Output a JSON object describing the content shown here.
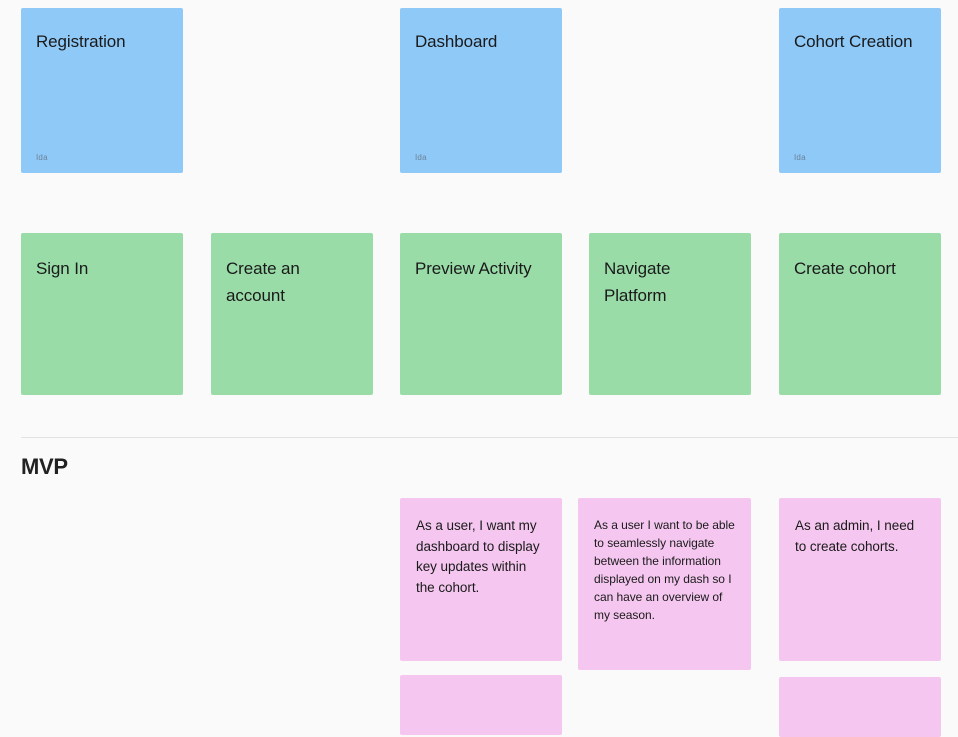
{
  "board": {
    "background_color": "#FAFAFA",
    "colors": {
      "epic": "#8FC9F8",
      "activity": "#99DCA8",
      "story": "#F5C7F0",
      "divider": "#E2E2E2",
      "text": "#1A1A1A",
      "author": "#6B8298"
    }
  },
  "epics": [
    {
      "title": "Registration",
      "author": "Ida",
      "column": 1
    },
    {
      "title": "Dashboard",
      "author": "Ida",
      "column": 3
    },
    {
      "title": "Cohort Creation",
      "author": "Ida",
      "column": 5
    }
  ],
  "activities": [
    {
      "title": "Sign In",
      "column": 1
    },
    {
      "title": "Create an\naccount",
      "column": 2
    },
    {
      "title": "Preview Activity",
      "column": 3
    },
    {
      "title": "Navigate\nPlatform",
      "column": 4
    },
    {
      "title": "Create cohort",
      "column": 5
    }
  ],
  "release": {
    "label": "MVP"
  },
  "stories": [
    {
      "text": "As a user, I want my dashboard to display key updates within the cohort.",
      "column": 3,
      "size": "lg"
    },
    {
      "text": "As a user I want to be able to seamlessly navigate between the information displayed on my dash so I can have an overview of my season.",
      "column": 4,
      "size": "sm"
    },
    {
      "text": "As an admin, I need to create cohorts.",
      "column": 5,
      "size": "lg"
    }
  ],
  "stories_partial": [
    {
      "column": 3
    },
    {
      "column": 5
    }
  ]
}
